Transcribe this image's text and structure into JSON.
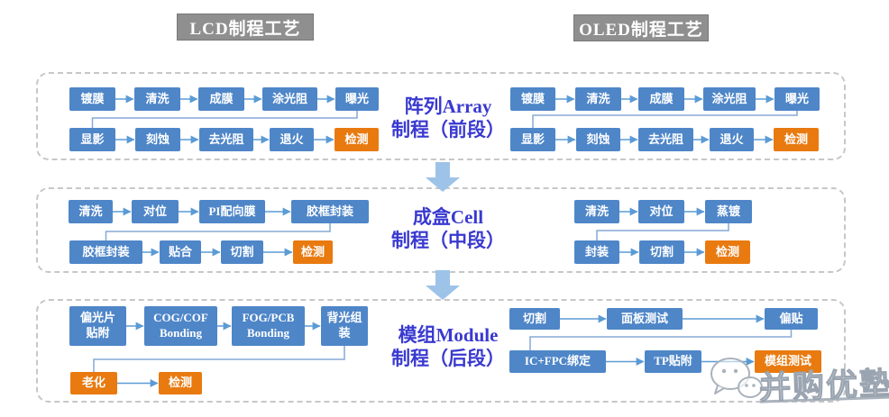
{
  "headers": {
    "lcd": "LCD制程工艺",
    "oled": "OLED制程工艺"
  },
  "stages": [
    {
      "name": "array",
      "label_line1": "阵列Array",
      "label_line2": "制程（前段）",
      "lcd": {
        "rows": [
          [
            {
              "label": "镀膜",
              "type": "blue"
            },
            {
              "label": "清洗",
              "type": "blue"
            },
            {
              "label": "成膜",
              "type": "blue"
            },
            {
              "label": "涂光阻",
              "type": "blue"
            },
            {
              "label": "曝光",
              "type": "blue"
            }
          ],
          [
            {
              "label": "显影",
              "type": "blue"
            },
            {
              "label": "刻蚀",
              "type": "blue"
            },
            {
              "label": "去光阻",
              "type": "blue"
            },
            {
              "label": "退火",
              "type": "blue"
            },
            {
              "label": "检测",
              "type": "orange"
            }
          ]
        ]
      },
      "oled": {
        "rows": [
          [
            {
              "label": "镀膜",
              "type": "blue"
            },
            {
              "label": "清洗",
              "type": "blue"
            },
            {
              "label": "成膜",
              "type": "blue"
            },
            {
              "label": "涂光阻",
              "type": "blue"
            },
            {
              "label": "曝光",
              "type": "blue"
            }
          ],
          [
            {
              "label": "显影",
              "type": "blue"
            },
            {
              "label": "刻蚀",
              "type": "blue"
            },
            {
              "label": "去光阻",
              "type": "blue"
            },
            {
              "label": "退火",
              "type": "blue"
            },
            {
              "label": "检测",
              "type": "orange"
            }
          ]
        ]
      }
    },
    {
      "name": "cell",
      "label_line1": "成盒Cell",
      "label_line2": "制程（中段）",
      "lcd": {
        "rows": [
          [
            {
              "label": "清洗",
              "type": "blue"
            },
            {
              "label": "对位",
              "type": "blue"
            },
            {
              "label": "PI配向膜",
              "type": "blue"
            },
            {
              "label": "胶框封装",
              "type": "blue"
            }
          ],
          [
            {
              "label": "胶框封装",
              "type": "blue"
            },
            {
              "label": "贴合",
              "type": "blue"
            },
            {
              "label": "切割",
              "type": "blue"
            },
            {
              "label": "检测",
              "type": "orange"
            }
          ]
        ]
      },
      "oled": {
        "rows": [
          [
            {
              "label": "清洗",
              "type": "blue"
            },
            {
              "label": "对位",
              "type": "blue"
            },
            {
              "label": "蒸镀",
              "type": "blue"
            }
          ],
          [
            {
              "label": "封装",
              "type": "blue"
            },
            {
              "label": "切割",
              "type": "blue"
            },
            {
              "label": "检测",
              "type": "orange"
            }
          ]
        ]
      }
    },
    {
      "name": "module",
      "label_line1": "模组Module",
      "label_line2": "制程（后段）",
      "lcd": {
        "rows": [
          [
            {
              "label": "偏光片\n贴附",
              "type": "blue"
            },
            {
              "label": "COG/COF\nBonding",
              "type": "blue"
            },
            {
              "label": "FOG/PCB\nBonding",
              "type": "blue"
            },
            {
              "label": "背光组\n装",
              "type": "blue"
            }
          ],
          [
            {
              "label": "老化",
              "type": "orange"
            },
            {
              "label": "检测",
              "type": "orange"
            }
          ]
        ]
      },
      "oled": {
        "rows": [
          [
            {
              "label": "切割",
              "type": "blue"
            },
            {
              "label": "面板测试",
              "type": "blue"
            },
            {
              "label": "偏贴",
              "type": "blue"
            }
          ],
          [
            {
              "label": "IC+FPC绑定",
              "type": "blue"
            },
            {
              "label": "TP贴附",
              "type": "blue"
            },
            {
              "label": "模组测试",
              "type": "orange"
            }
          ]
        ]
      }
    }
  ],
  "watermark": {
    "text": "并购优塾",
    "icon": "wechat-icon"
  },
  "colors": {
    "process_blue": "#4E86C8",
    "highlight_orange": "#E87A10",
    "header_gray": "#8F8F8F",
    "stage_label": "#3939D0",
    "big_arrow": "#9DC3E8",
    "connector": "#5B9BD5",
    "elbow": "#85A9D6",
    "dash_gray": "#C7C7C7",
    "watermark_gray": "#A9B2BC"
  }
}
